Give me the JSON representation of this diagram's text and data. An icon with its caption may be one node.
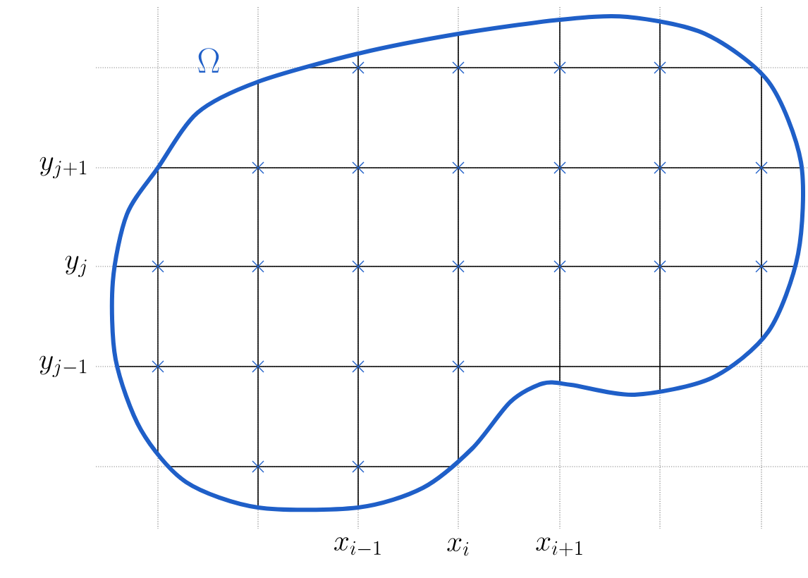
{
  "diagram": {
    "labels": [
      "\\Omega",
      "y_{j+1}",
      "y_j",
      "y_{j-1}",
      "x_{i-1}",
      "x_i",
      "x_{i+1}"
    ]
  }
}
